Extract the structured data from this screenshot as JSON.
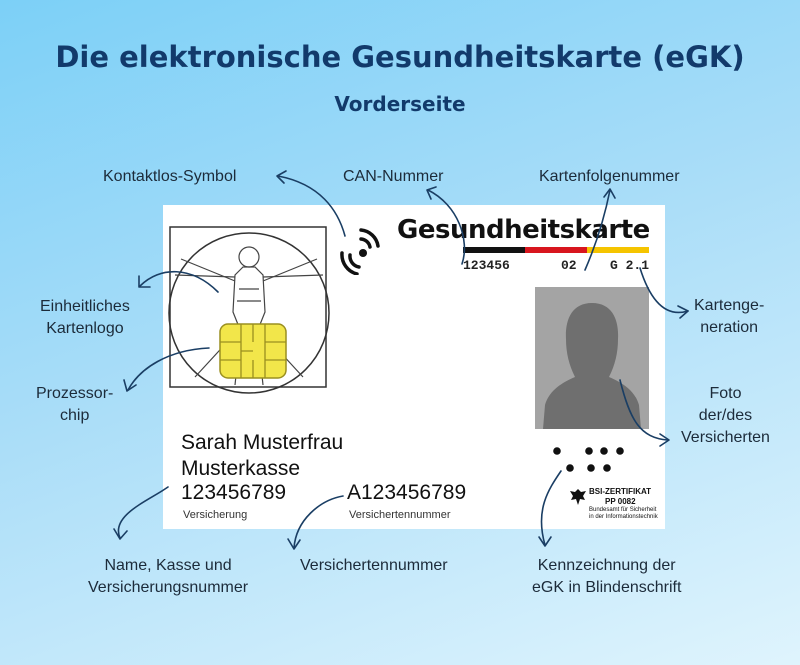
{
  "title": "Die elektronische Gesundheitskarte (eGK)",
  "subtitle": "Vorderseite",
  "labels": {
    "kontaktlos": "Kontaktlos-Symbol",
    "can": "CAN-Nummer",
    "kartenfolge": "Kartenfolgenummer",
    "logo_1": "Einheitliches",
    "logo_2": "Kartenlogo",
    "generation_1": "Kartenge-",
    "generation_2": "neration",
    "chip_1": "Prozessor-",
    "chip_2": "chip",
    "foto_1": "Foto",
    "foto_2": "der/des",
    "foto_3": "Versicherten",
    "name_1": "Name, Kasse und",
    "name_2": "Versicherungsnummer",
    "versichertennummer": "Versichertennummer",
    "blind_1": "Kennzeichnung der",
    "blind_2": "eGK in Blindenschrift"
  },
  "card": {
    "title": "Gesundheitskarte",
    "can_number": "123456",
    "folgenummer": "02",
    "generation": "G 2.1",
    "name": "Sarah Musterfrau",
    "kasse": "Musterkasse",
    "versicherung_nr": "123456789",
    "versicherung_caption": "Versicherung",
    "versicherten_nr": "A123456789",
    "versicherten_caption": "Versichertennummer",
    "bsi_1": "BSI-ZERTIFIKAT",
    "bsi_2": "PP 0082",
    "bsi_3": "Bundesamt für Sicherheit",
    "bsi_4": "in der Informationstechnik"
  },
  "colors": {
    "title": "#123a6b",
    "arrow": "#1a3e64",
    "chip": "#f2e64a",
    "flag_black": "#111111",
    "flag_red": "#d8161e",
    "flag_gold": "#f5c400",
    "photo_bg": "#a4a4a4",
    "silhouette": "#6f6f6f"
  }
}
